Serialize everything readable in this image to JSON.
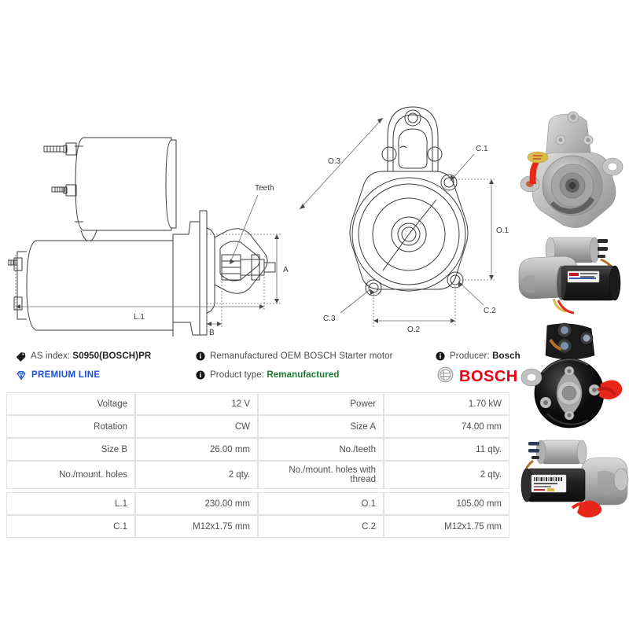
{
  "product": {
    "as_index_label": "AS index:",
    "as_index_value": "S0950(BOSCH)PR",
    "premium_line": "PREMIUM LINE",
    "description": "Remanufactured OEM BOSCH Starter motor",
    "product_type_label": "Product type:",
    "product_type_value": "Remanufactured",
    "producer_label": "Producer:",
    "producer_value": "Bosch",
    "brand_wordmark": "BOSCH"
  },
  "colors": {
    "brand_red": "#ea0016",
    "premium_blue": "#1b4fd8",
    "reman_green": "#1a7a32",
    "table_key_bg": "#e7e7e7",
    "table_border": "#e2e2e2",
    "text": "#4e4e4e"
  },
  "icons": {
    "tag": "tag-icon",
    "diamond": "diamond-icon",
    "info": "info-icon",
    "bosch_emblem": "bosch-armature-emblem-icon"
  },
  "spec_table": {
    "rows": [
      {
        "k1": "Voltage",
        "v1": "12 V",
        "k2": "Power",
        "v2": "1.70 kW"
      },
      {
        "k1": "Rotation",
        "v1": "CW",
        "k2": "Size A",
        "v2": "74.00 mm"
      },
      {
        "k1": "Size B",
        "v1": "26.00 mm",
        "k2": "No./teeth",
        "v2": "11 qty."
      },
      {
        "k1": "No./mount. holes",
        "v1": "2 qty.",
        "k2": "No./mount. holes with thread",
        "v2": "2 qty."
      }
    ],
    "rows2": [
      {
        "k1": "L.1",
        "v1": "230.00 mm",
        "k2": "O.1",
        "v2": "105.00 mm"
      },
      {
        "k1": "C.1",
        "v1": "M12x1.75 mm",
        "k2": "C.2",
        "v2": "M12x1.75 mm"
      }
    ]
  },
  "drawings": {
    "side_view": {
      "labels": {
        "teeth": "Teeth",
        "a": "A",
        "b": "B",
        "l1": "L.1"
      }
    },
    "front_view": {
      "labels": {
        "o3": "O.3",
        "c1": "C.1",
        "o1": "O.1",
        "c2": "C.2",
        "c3": "C.3",
        "o2": "O.2"
      }
    }
  },
  "photos": [
    {
      "name": "starter-drive-end-view"
    },
    {
      "name": "starter-side-view-solenoid"
    },
    {
      "name": "starter-commutator-end-view"
    },
    {
      "name": "starter-side-view-label"
    }
  ]
}
